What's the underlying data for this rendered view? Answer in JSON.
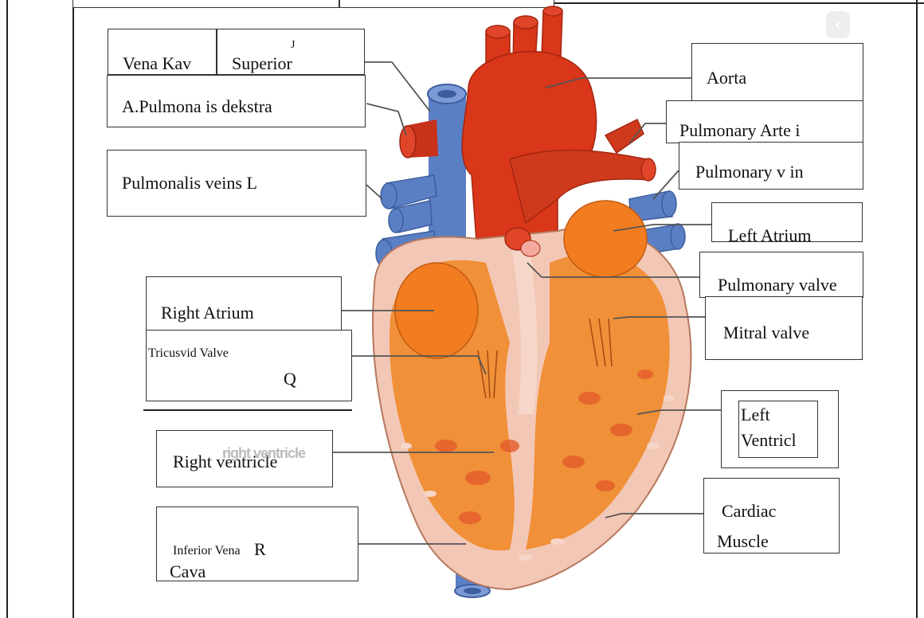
{
  "labels": {
    "vena_kav": "Vena Kav",
    "superior": "Superior",
    "superior_mark": "J",
    "pulmona_dekstra": "A.Pulmona is dekstra",
    "pulmonalis_veins": "Pulmonalis veins L",
    "aorta": "Aorta",
    "pulmonary_artery": "Pulmonary Arte i",
    "pulmonary_vein": "Pulmonary v in",
    "left_atrium": "Left Atrium",
    "pulmonary_valve": "Pulmonary valve",
    "mitral_valve": "Mitral valve",
    "right_atrium": "Right Atrium",
    "tricuspid_valve": "Tricusvid Valve",
    "tricuspid_mark": "Q",
    "right_ventricle": "Right ventricle",
    "right_ventricle_ghost": "right ventricle",
    "left_ventricle_1": "Left",
    "left_ventricle_2": "Ventricl",
    "cardiac_1": "Cardiac",
    "cardiac_2": "Muscle",
    "inferior_1": "Inferior Vena",
    "inferior_mark": "R",
    "inferior_2": "Cava"
  },
  "ui": {
    "back_icon": "chevron-left-icon",
    "back_glyph": "‹"
  },
  "colors": {
    "artery_red": "#d9361a",
    "vein_blue": "#5b7fc4",
    "muscle_orange": "#f08a2a",
    "wall_pink": "#f3c7b6"
  }
}
